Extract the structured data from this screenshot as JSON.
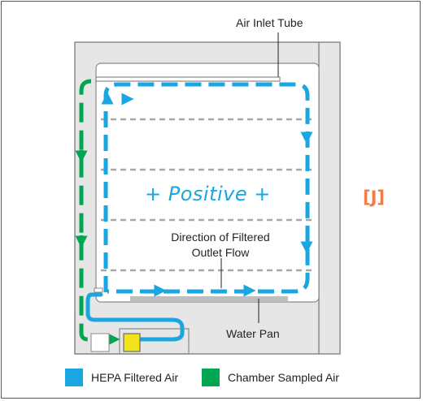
{
  "labels": {
    "air_inlet_tube": "Air Inlet Tube",
    "positive": "+ Positive +",
    "direction_line1": "Direction of Filtered",
    "direction_line2": "Outlet Flow",
    "water_pan": "Water Pan",
    "tag": "[J]"
  },
  "legend": [
    {
      "label": "HEPA Filtered Air",
      "color": "#1aa6e0"
    },
    {
      "label": "Chamber Sampled Air",
      "color": "#00a651"
    }
  ],
  "colors": {
    "hepa": "#1aa6e0",
    "sampled": "#00a651",
    "housing": "#e6e6e6",
    "filter": "#f2e21a",
    "tag": "#f07c48"
  }
}
